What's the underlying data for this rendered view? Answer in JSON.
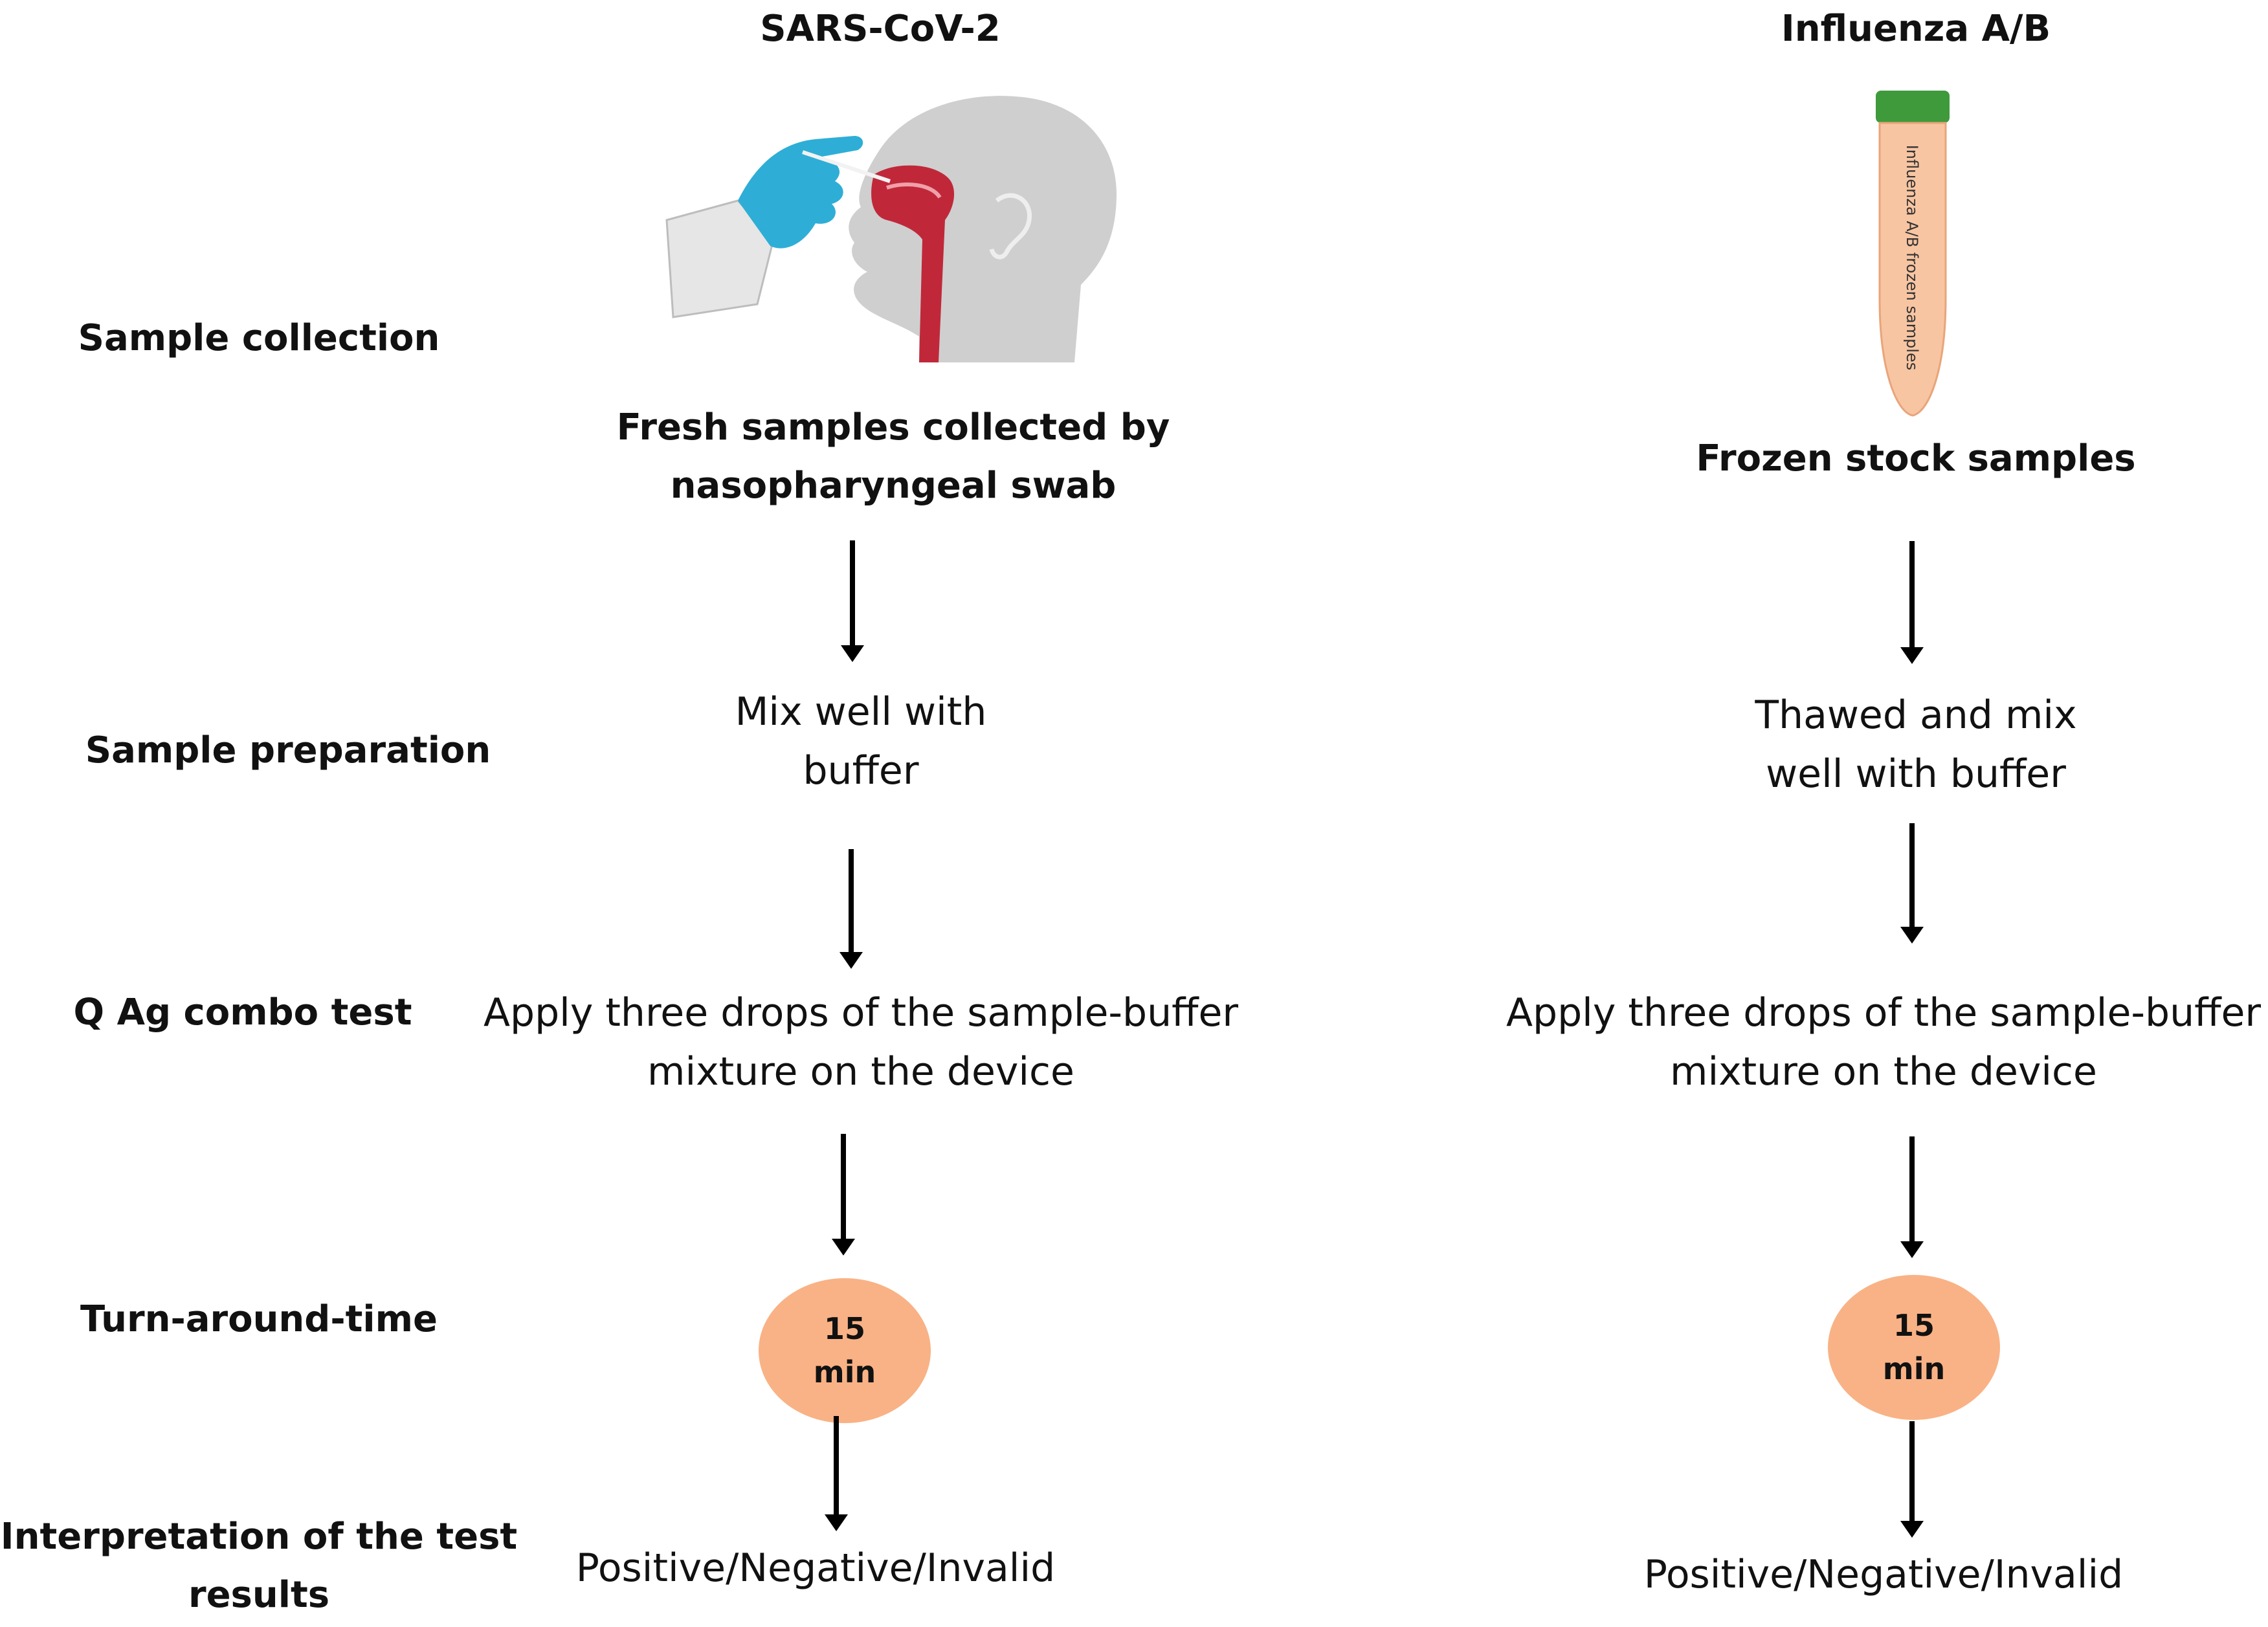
{
  "columns": {
    "sars": {
      "title": "SARS-CoV-2"
    },
    "flu": {
      "title": "Influenza A/B",
      "tube_label": "Influenza A/B frozen samples"
    }
  },
  "rows": {
    "sample_collection": "Sample collection",
    "sample_preparation": "Sample preparation",
    "test": "Q Ag combo test",
    "turnaround": "Turn-around-time",
    "interpretation": "Interpretation of the test results"
  },
  "sars": {
    "collection": "Fresh samples collected by nasopharyngeal swab",
    "preparation": "Mix well with buffer",
    "test": "Apply three drops of the sample-buffer mixture on the device",
    "time_value": "15",
    "time_unit": "min",
    "result": "Positive/Negative/Invalid"
  },
  "flu": {
    "collection": "Frozen stock samples",
    "preparation": "Thawed and mix well with buffer",
    "test": "Apply three drops of the sample-buffer mixture on the device",
    "time_value": "15",
    "time_unit": "min",
    "result": "Positive/Negative/Invalid"
  },
  "colors": {
    "timer_fill": "#f9b285",
    "glove": "#2eaed6",
    "head": "#cfcfcf",
    "airway": "#c0283a",
    "tube_cap": "#3f9a3c",
    "tube_body": "#f8c5a2"
  }
}
